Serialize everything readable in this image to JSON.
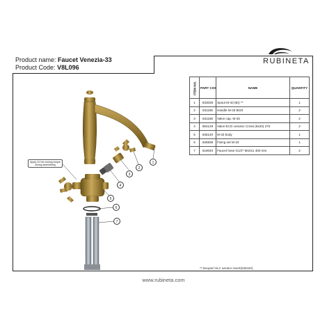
{
  "product": {
    "name_label": "Product name:",
    "name_value": "Faucet Venezia-33",
    "code_label": "Product Code:",
    "code_value": "V8L096"
  },
  "brand": {
    "name": "RUBINETA"
  },
  "table": {
    "headers": [
      "ITEM NO.",
      "PART CODE",
      "NAME",
      "QUANTITY"
    ],
    "rows": [
      {
        "item": "1",
        "code": "633035",
        "name": "Spout M-33 (Br) **",
        "qty": "1"
      },
      {
        "item": "2",
        "code": "631165",
        "name": "Handle M-33 Br20",
        "qty": "2"
      },
      {
        "item": "3",
        "code": "631168",
        "name": "Valve cap. M-33",
        "qty": "2"
      },
      {
        "item": "4",
        "code": "664129",
        "name": "Valve ECO ceramic  Cross (8x20) 270",
        "qty": "2"
      },
      {
        "item": "5",
        "code": "635140",
        "name": "M-33 body",
        "qty": "1"
      },
      {
        "item": "6",
        "code": "636938",
        "name": "Fixing set M-33",
        "qty": "1"
      },
      {
        "item": "7",
        "code": "618040",
        "name": "Faucet hose G1/2\"-M10x1 400 mm",
        "qty": "2"
      }
    ]
  },
  "note": "**-Neoperl SLC aerator insert(636440)",
  "torque_note": "Apply 24 Nm turning torque during assembling",
  "callouts": [
    "1",
    "2",
    "3",
    "4",
    "5",
    "6",
    "7"
  ],
  "footer": "www.rubineta.com",
  "colors": {
    "brass": "#9a7b2e",
    "brass_dark": "#6b5418",
    "brass_light": "#c9a85a",
    "hose": "#9aa3ad"
  }
}
